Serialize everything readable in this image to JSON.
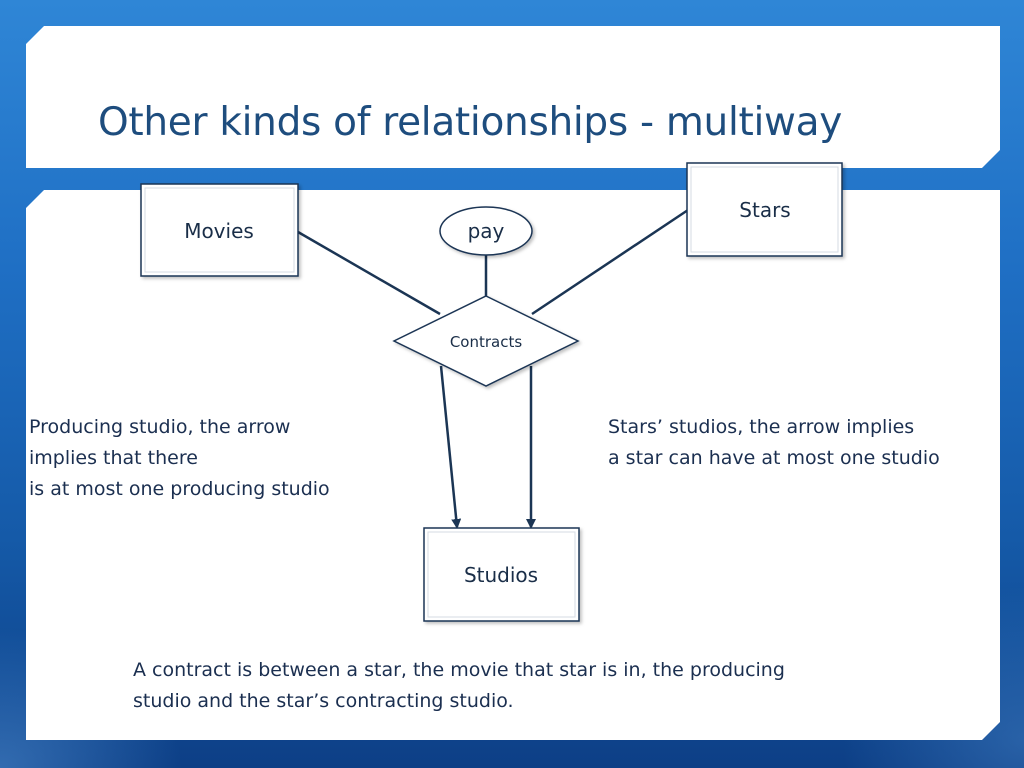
{
  "slide": {
    "title": "Other kinds of relationships - multiway"
  },
  "diagram": {
    "entities": {
      "movies": "Movies",
      "stars": "Stars",
      "studios": "Studios"
    },
    "relationship": "Contracts",
    "attribute": "pay"
  },
  "notes": {
    "left": "Producing studio, the arrow\nimplies that there\nis at most one producing studio",
    "right": "Stars’ studios, the arrow implies\na star can have at most one studio",
    "bottom": "A contract is between a star, the movie that star is in, the producing\nstudio and the star’s contracting studio."
  },
  "colors": {
    "accent": "#1e4d7e",
    "line": "#1b3554"
  }
}
